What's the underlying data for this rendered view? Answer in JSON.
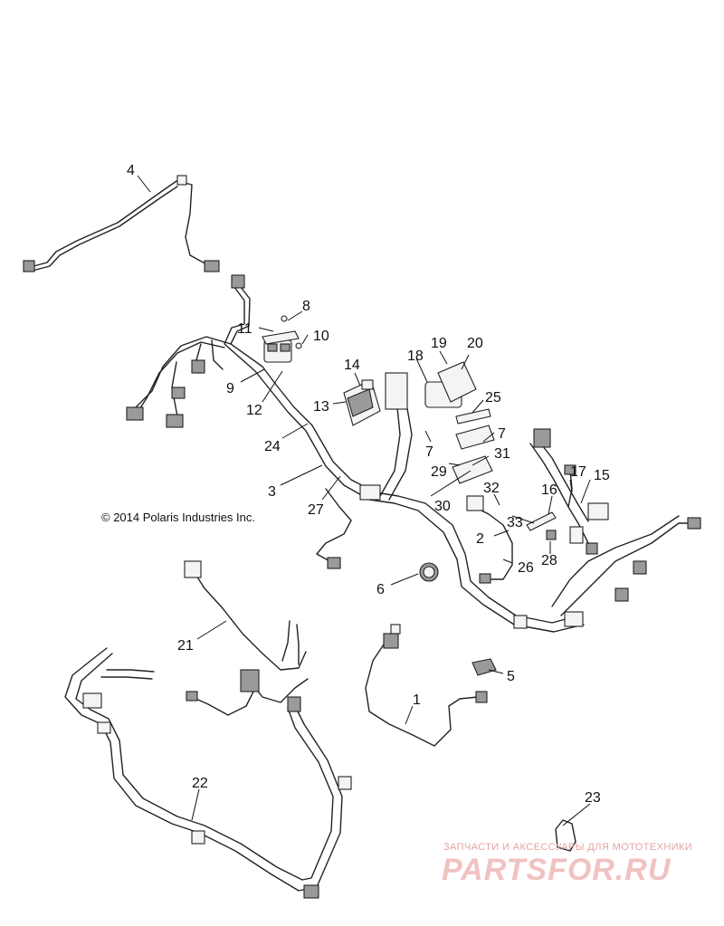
{
  "copyright": "© 2014 Polaris Industries Inc.",
  "watermark": {
    "tagline": "ЗАПЧАСТИ И АКСЕССУАРЫ ДЛЯ МОТОТЕХНИКИ",
    "logo_text": "PARTSFOR.RU",
    "color": "#e8a0a0"
  },
  "callouts": {
    "c1": "1",
    "c2": "2",
    "c3": "3",
    "c4": "4",
    "c5": "5",
    "c6": "6",
    "c7a": "7",
    "c7b": "7",
    "c8": "8",
    "c9": "9",
    "c10": "10",
    "c11": "11",
    "c12": "12",
    "c13": "13",
    "c14": "14",
    "c15": "15",
    "c16": "16",
    "c17": "17",
    "c18": "18",
    "c19": "19",
    "c20": "20",
    "c21": "21",
    "c22": "22",
    "c23": "23",
    "c24": "24",
    "c25": "25",
    "c26": "26",
    "c27": "27",
    "c28": "28",
    "c29": "29",
    "c30": "30",
    "c31": "31",
    "c32": "32",
    "c33": "33"
  }
}
